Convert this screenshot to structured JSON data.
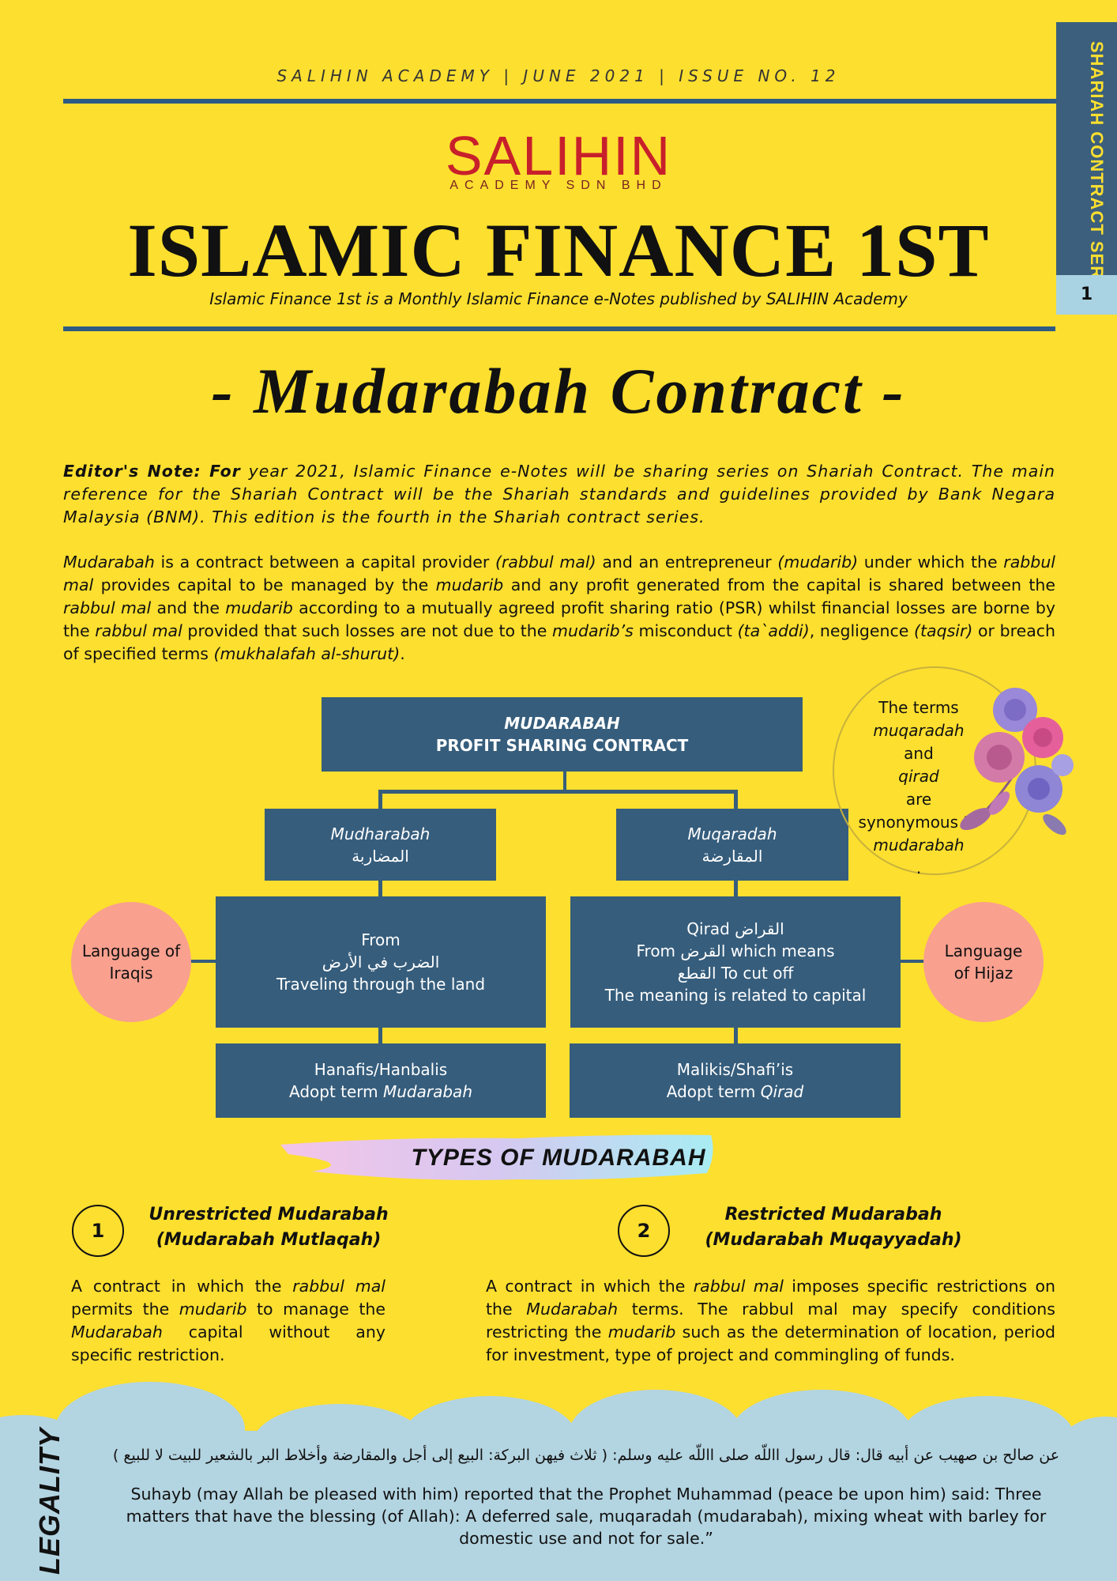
{
  "header": {
    "issue_line": "SALIHIN ACADEMY | JUNE 2021 | ISSUE NO. 12",
    "series_tab": "SHARIAH CONTRACT SERIES",
    "page_number": "1",
    "logo_name": "SALIHIN",
    "logo_sub": "ACADEMY SDN BHD",
    "title": "ISLAMIC FINANCE 1ST",
    "subtitle": "Islamic Finance 1st is a Monthly Islamic Finance e-Notes published by SALIHIN Academy"
  },
  "headline": "- Mudarabah Contract -",
  "editor_note": {
    "lead": "Editor's Note: For",
    "text": " year 2021, Islamic Finance e-Notes will be sharing series on Shariah Contract. The main reference for the Shariah Contract will be the Shariah standards and guidelines provided by Bank Negara Malaysia (BNM). This edition is the fourth in the Shariah contract series."
  },
  "intro": {
    "t1": "Mudarabah",
    "t2": " is a contract between a capital provider ",
    "t3": "(rabbul mal)",
    "t4": " and an entrepreneur ",
    "t5": "(mudarib)",
    "t6": " under which the ",
    "t7": "rabbul mal",
    "t8": " provides capital to be managed by the ",
    "t9": "mudarib",
    "t10": " and any profit generated from the capital is shared between the ",
    "t11": "rabbul mal",
    "t12": " and the ",
    "t13": "mudarib",
    "t14": " according to a mutually agreed profit sharing ratio (PSR) whilst financial losses are borne by the ",
    "t15": "rabbul mal",
    "t16": " provided that such losses are not due to the ",
    "t17": "mudarib’s",
    "t18": " misconduct ",
    "t19": "(ta`addi)",
    "t20": ", negligence ",
    "t21": "(taqsir)",
    "t22": " or breach of specified terms ",
    "t23": "(mukhalafah al-shurut)",
    "t24": "."
  },
  "diagram": {
    "root_line1": "MUDARABAH",
    "root_line2": "PROFIT SHARING CONTRACT",
    "left_term": "Mudharabah",
    "left_term_ar": "المضاربة",
    "right_term": "Muqaradah",
    "right_term_ar": "المقارضة",
    "left_origin": [
      "From",
      "الضرب في الأرض",
      "Traveling through the land"
    ],
    "right_origin": [
      "Qirad القراض",
      "From القرض which means",
      "القطع To cut off",
      "The meaning is related to capital"
    ],
    "left_school": "Hanafis/Hanbalis",
    "left_school_adopt": "Adopt term ",
    "left_school_term": "Mudarabah",
    "right_school": "Malikis/Shafi’is",
    "right_school_adopt": "Adopt term ",
    "right_school_term": "Qirad",
    "left_language": "Language of Iraqis",
    "right_language": "Language of Hijaz",
    "note": [
      "The terms",
      "muqaradah",
      " and",
      "qirad",
      " are",
      "synonymous to",
      "mudarabah",
      "."
    ]
  },
  "types": {
    "heading": "TYPES OF MUDARABAH",
    "items": [
      {
        "number": "1",
        "title": "Unrestricted Mudarabah",
        "title2": "(Mudarabah Mutlaqah)",
        "b1": "A contract in which the ",
        "b2": "rabbul mal",
        "b3": " permits the ",
        "b4": "mudarib",
        "b5": " to manage the ",
        "b6": "Mudarabah",
        "b7": " capital without any specific restriction."
      },
      {
        "number": "2",
        "title": "Restricted Mudarabah",
        "title2": "(Mudarabah Muqayyadah)",
        "b1": "A contract in which the ",
        "b2": "rabbul mal",
        "b3": " imposes specific restrictions on the ",
        "b4": "Mudarabah",
        "b5": " terms. The rabbul mal may specify conditions restricting the ",
        "b6": "mudarib",
        "b7": " such as the determination of location, period for investment, type of project and commingling of funds."
      }
    ]
  },
  "legality": {
    "label": "LEGALITY",
    "arabic": "عن صالح بن صهيب عن أبيه قال: قال رسول االلّه صلى االلّه عليه وسلم: ( ثلاث فيهن البركة: البيع إلى أجل والمقارضة وأخلاط البر بالشعير للبيت لا للبيع )",
    "english": "Suhayb (may Allah be pleased with him) reported that the Prophet Muhammad (peace be upon him) said: Three matters that have the blessing (of Allah): A deferred sale, muqaradah (mudarabah), mixing wheat with barley for domestic use and not for sale.”"
  },
  "colors": {
    "background": "#fddf2f",
    "navy": "#365d7c",
    "rule": "#2e5b84",
    "pink": "#f9a08f",
    "legal_bg": "#b3d4e1",
    "logo_red": "#c8202b"
  }
}
